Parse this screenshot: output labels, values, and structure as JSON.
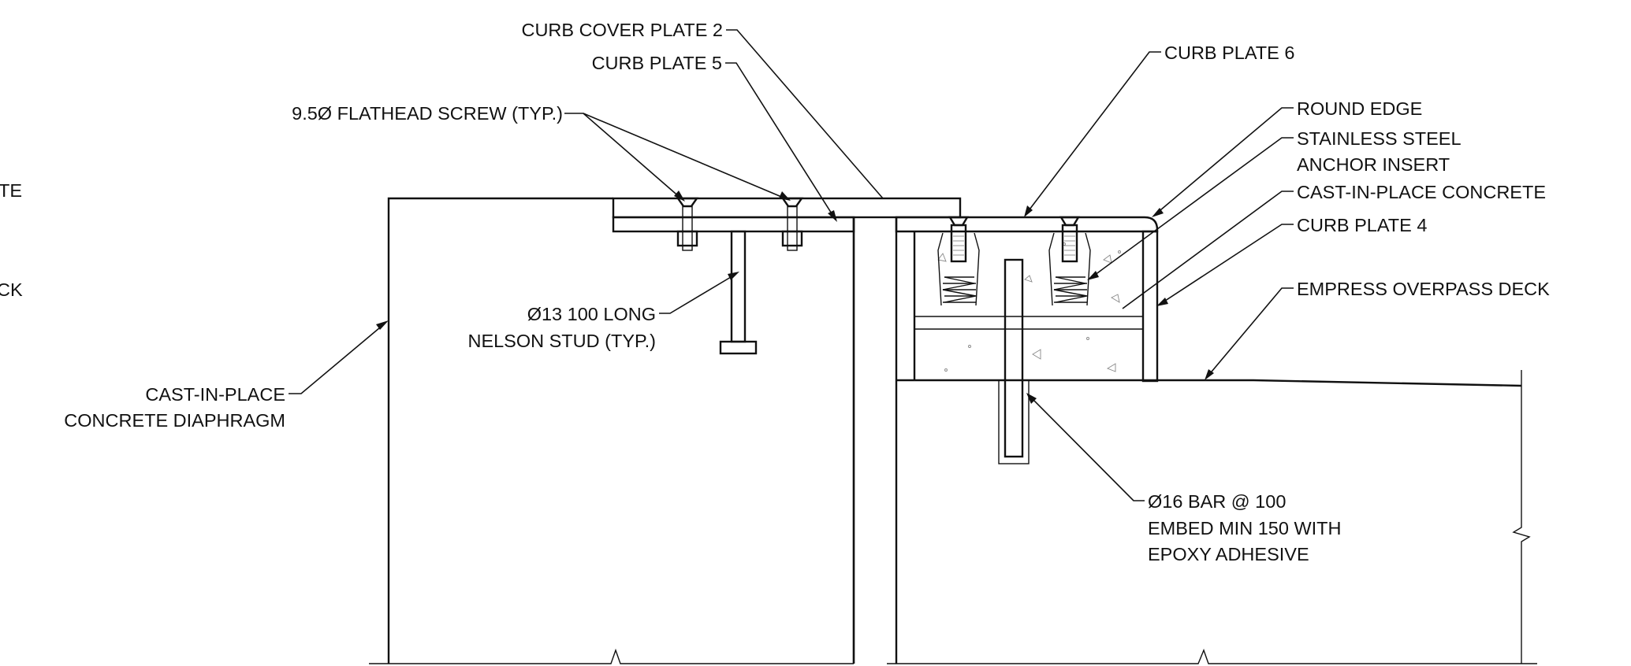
{
  "labels": {
    "curb_cover_plate_2": "CURB COVER PLATE 2",
    "curb_plate_5": "CURB PLATE 5",
    "flathead_screw": "9.5Ø FLATHEAD SCREW (TYP.)",
    "nelson_stud_line1": "Ø13 100 LONG",
    "nelson_stud_line2": "NELSON STUD (TYP.)",
    "cip_diaphragm_line1": "CAST-IN-PLACE",
    "cip_diaphragm_line2": "CONCRETE DIAPHRAGM",
    "curb_plate_6": "CURB PLATE 6",
    "round_edge": "ROUND EDGE",
    "anchor_insert_line1": "STAINLESS STEEL",
    "anchor_insert_line2": "ANCHOR INSERT",
    "cip_concrete": "CAST-IN-PLACE CONCRETE",
    "curb_plate_4": "CURB PLATE 4",
    "empress_deck": "EMPRESS OVERPASS DECK",
    "bar_line1": "Ø16 BAR @ 100",
    "bar_line2": "EMBED MIN 150 WITH",
    "bar_line3": "EPOXY ADHESIVE",
    "clipped_left_1": "TE",
    "clipped_left_2": "CK"
  }
}
